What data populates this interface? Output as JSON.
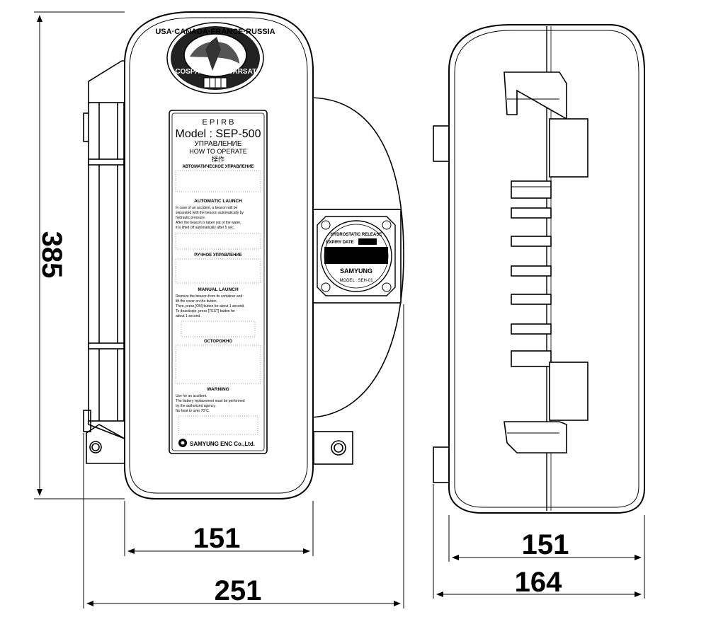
{
  "dimensions": {
    "height": "385",
    "front_body_width": "151",
    "front_total_width": "251",
    "side_body_width": "151",
    "side_total_width": "164"
  },
  "logo": {
    "top_text": "USA·CANADA·FRANCE·RUSSIA",
    "left_text": "COSPAS",
    "right_text": "SARSAT"
  },
  "label": {
    "title": "E P I R B",
    "model": "Model : SEP-500",
    "russian_operate": "УПРАВЛЕНИЕ",
    "how_to_operate": "HOW TO OPERATE",
    "cjk_operate": "操作",
    "ru_auto_heading": "АВТОМАТИЧЕСКОЕ УПРАВЛЕНИЕ",
    "auto_heading": "AUTOMATIC LAUNCH",
    "auto_text_1": "In case of an accident, a beacon will be",
    "auto_text_2": "separated with the beacon automatically by",
    "auto_text_3": "hydraulic pressure.",
    "auto_text_4": "After the beacon is taken out of the water,",
    "auto_text_5": "it is lifted off automatically after 5 sec.",
    "ru_manual_heading": "РУЧНОЕ УПРАВЛЕНИЕ",
    "manual_heading": "MANUAL LAUNCH",
    "manual_text_1": "Remove the beacon from its container and",
    "manual_text_2": "lift the cover on the button.",
    "manual_text_3": "Then, press [ON] button for about 1 second.",
    "manual_text_4": "To deactivate, press [TEST] button for",
    "manual_text_5": "about 1 second.",
    "ru_warning_heading": "ОСТОРОЖНО",
    "warning_heading": "WARNING",
    "warning_text_1": "Use for an accident.",
    "warning_text_2": "The battery replacement must be performed",
    "warning_text_3": "by the authorized agency.",
    "warning_text_4": "No heat to over 70°C.",
    "maker": "SAMYUNG ENC Co.,Ltd."
  },
  "nameplate": {
    "line1": "HYDROSTATIC RELEASE",
    "line2_label": "EXPIRY DATE",
    "brand": "SAMYUNG",
    "model": "MODEL : SEH-01"
  }
}
